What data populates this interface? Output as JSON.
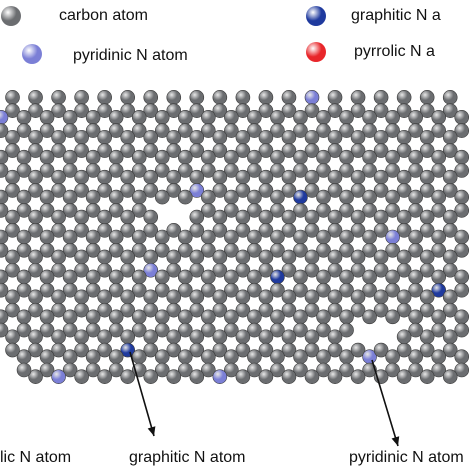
{
  "legend": {
    "items": [
      {
        "label": "carbon atom",
        "color": "#6b6d70"
      },
      {
        "label": "graphitic N a",
        "color": "#1f3a9e"
      },
      {
        "label": "pyridinic N atom",
        "color": "#7b7fd6"
      },
      {
        "label": "pyrrolic N a",
        "color": "#e8262a"
      }
    ]
  },
  "annotations": {
    "left": "lic N atom",
    "middle": "graphitic N atom",
    "right": "pyridinic N atom"
  },
  "colors": {
    "carbon": "#6b6d70",
    "graphitic_n": "#1f3a9e",
    "pyridinic_n": "#7b7fd6",
    "pyrrolic_n": "#e8262a",
    "bond": "#4a4a4a",
    "arrow": "#111111"
  }
}
